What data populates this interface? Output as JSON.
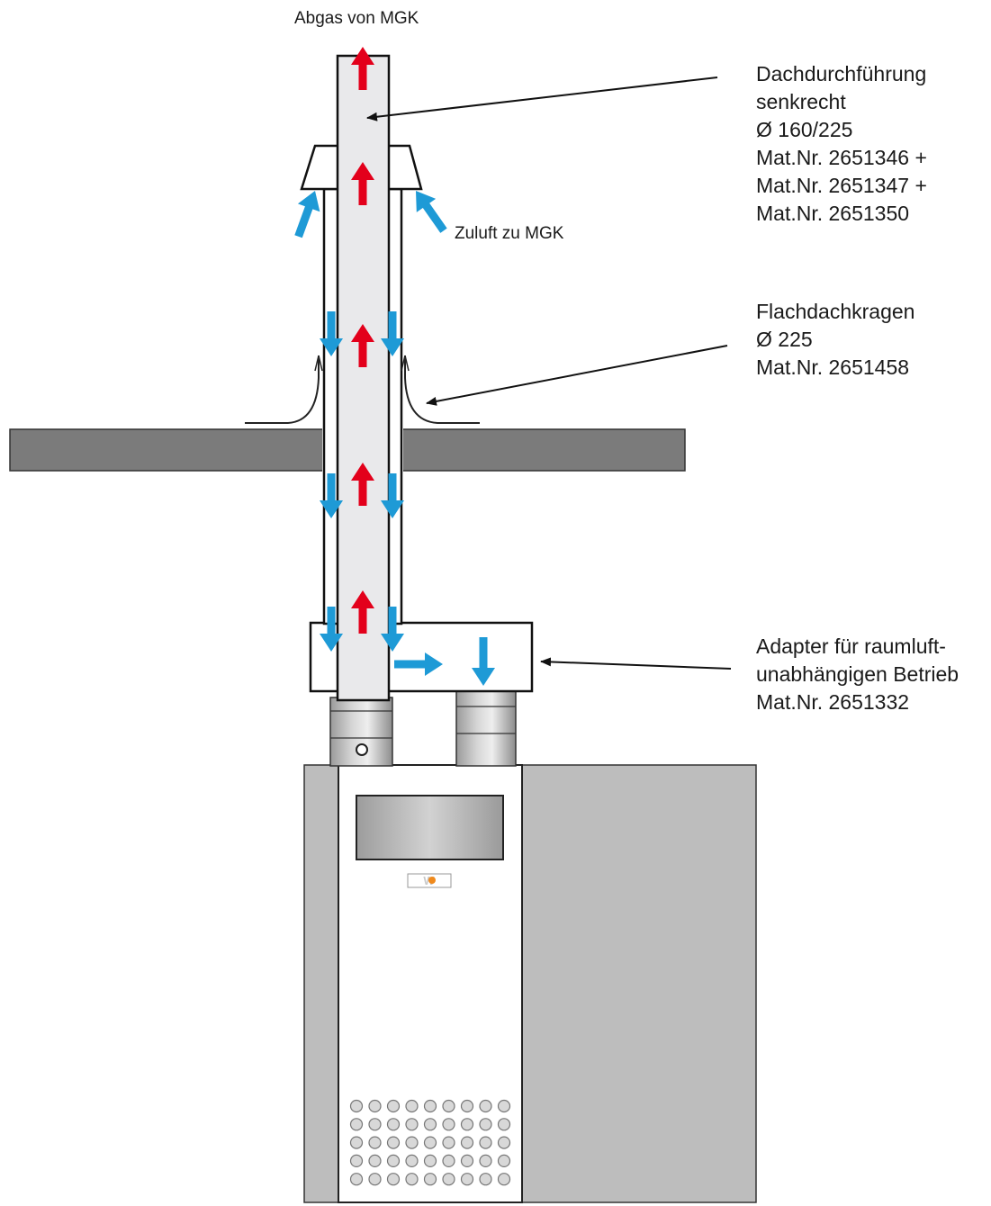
{
  "labels": {
    "exhaust": "Abgas von MGK",
    "supply_air": "Zuluft zu MGK",
    "roof_duct": {
      "line1": "Dachdurchführung",
      "line2": "senkrecht",
      "line3": "Ø 160/225",
      "line4": "Mat.Nr. 2651346 +",
      "line5": "Mat.Nr. 2651347 +",
      "line6": "Mat.Nr. 2651350"
    },
    "flat_roof_collar": {
      "line1": "Flachdachkragen",
      "line2": "Ø 225",
      "line3": "Mat.Nr. 2651458"
    },
    "adapter": {
      "line1": "Adapter für raumluft-",
      "line2": "unabhängigen Betrieb",
      "line3": "Mat.Nr. 2651332"
    }
  },
  "logo_text": "WOLF",
  "colors": {
    "exhaust_arrow": "#e3001b",
    "supply_arrow": "#1e9ad6",
    "roof_slab": "#7b7b7b",
    "pipe_fill": "#e9e9eb",
    "boiler_side": "#bdbdbd",
    "boiler_front": "#ffffff",
    "logo_orange": "#f08a1c"
  }
}
